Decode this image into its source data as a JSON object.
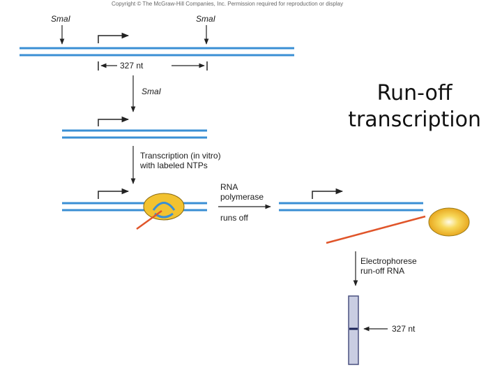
{
  "copyright": "Copyright © The McGraw-Hill Companies, Inc. Permission required for reproduction or display",
  "title_line1": "Run-off",
  "title_line2": "transcription",
  "sma_left": "SmaI",
  "sma_right": "SmaI",
  "sma_step": "SmaI",
  "length_top": "327 nt",
  "step_transcription_1": "Transcription (in vitro)",
  "step_transcription_2": "with labeled NTPs",
  "step_polymerase_1": "RNA",
  "step_polymerase_2": "polymerase",
  "step_polymerase_3": "runs off",
  "step_electro_1": "Electrophorese",
  "step_electro_2": "run-off RNA",
  "band_label": "327 nt",
  "colors": {
    "dna": "#3a8fd4",
    "rna": "#e0552a",
    "polymerase": "#f2c230",
    "arrow": "#222222"
  }
}
